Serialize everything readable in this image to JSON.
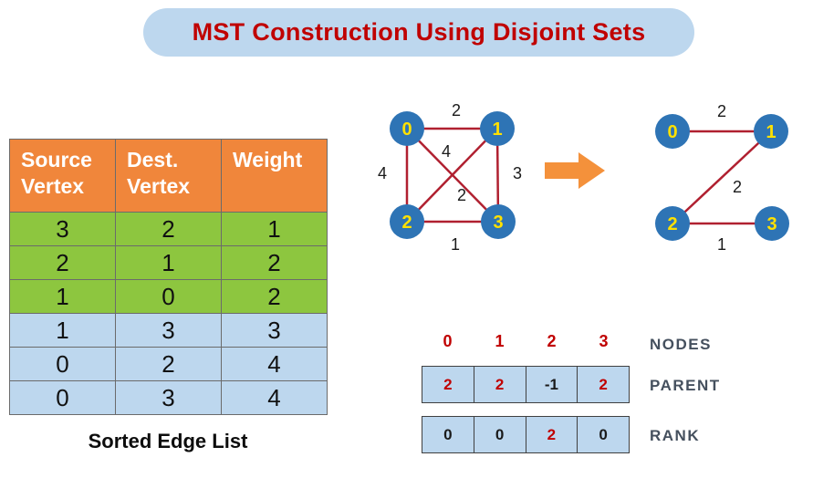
{
  "title": "MST Construction Using Disjoint Sets",
  "edge_table": {
    "headers": [
      "Source Vertex",
      "Dest. Vertex",
      "Weight"
    ],
    "rows": [
      {
        "cells": [
          "3",
          "2",
          "1"
        ],
        "highlight": "green"
      },
      {
        "cells": [
          "2",
          "1",
          "2"
        ],
        "highlight": "green"
      },
      {
        "cells": [
          "1",
          "0",
          "2"
        ],
        "highlight": "green"
      },
      {
        "cells": [
          "1",
          "3",
          "3"
        ],
        "highlight": "blue"
      },
      {
        "cells": [
          "0",
          "2",
          "4"
        ],
        "highlight": "blue"
      },
      {
        "cells": [
          "0",
          "3",
          "4"
        ],
        "highlight": "blue"
      }
    ],
    "caption": "Sorted Edge List"
  },
  "full_graph": {
    "nodes": [
      "0",
      "1",
      "2",
      "3"
    ],
    "edges": [
      {
        "from": "0",
        "to": "1",
        "weight": "2"
      },
      {
        "from": "0",
        "to": "3",
        "weight": "4"
      },
      {
        "from": "0",
        "to": "2",
        "weight": "4"
      },
      {
        "from": "1",
        "to": "3",
        "weight": "3"
      },
      {
        "from": "1",
        "to": "2",
        "weight": "2"
      },
      {
        "from": "2",
        "to": "3",
        "weight": "1"
      }
    ]
  },
  "mst_graph": {
    "nodes": [
      "0",
      "1",
      "2",
      "3"
    ],
    "edges": [
      {
        "from": "0",
        "to": "1",
        "weight": "2"
      },
      {
        "from": "1",
        "to": "2",
        "weight": "2"
      },
      {
        "from": "2",
        "to": "3",
        "weight": "1"
      }
    ]
  },
  "disjoint_sets": {
    "nodes_label": "NODES",
    "parent_label": "PARENT",
    "rank_label": "RANK",
    "nodes": [
      "0",
      "1",
      "2",
      "3"
    ],
    "parent": [
      "2",
      "2",
      "-1",
      "2"
    ],
    "rank": [
      "0",
      "0",
      "2",
      "0"
    ]
  },
  "colors": {
    "banner_bg": "#BDD7EE",
    "title_red": "#C00000",
    "header_orange": "#F0863B",
    "row_green": "#8DC63F",
    "row_blue": "#BDD7EE",
    "node_blue": "#2E74B5",
    "node_label_yellow": "#FFE100",
    "edge_red": "#B02030",
    "arrow_orange": "#F4913B"
  }
}
